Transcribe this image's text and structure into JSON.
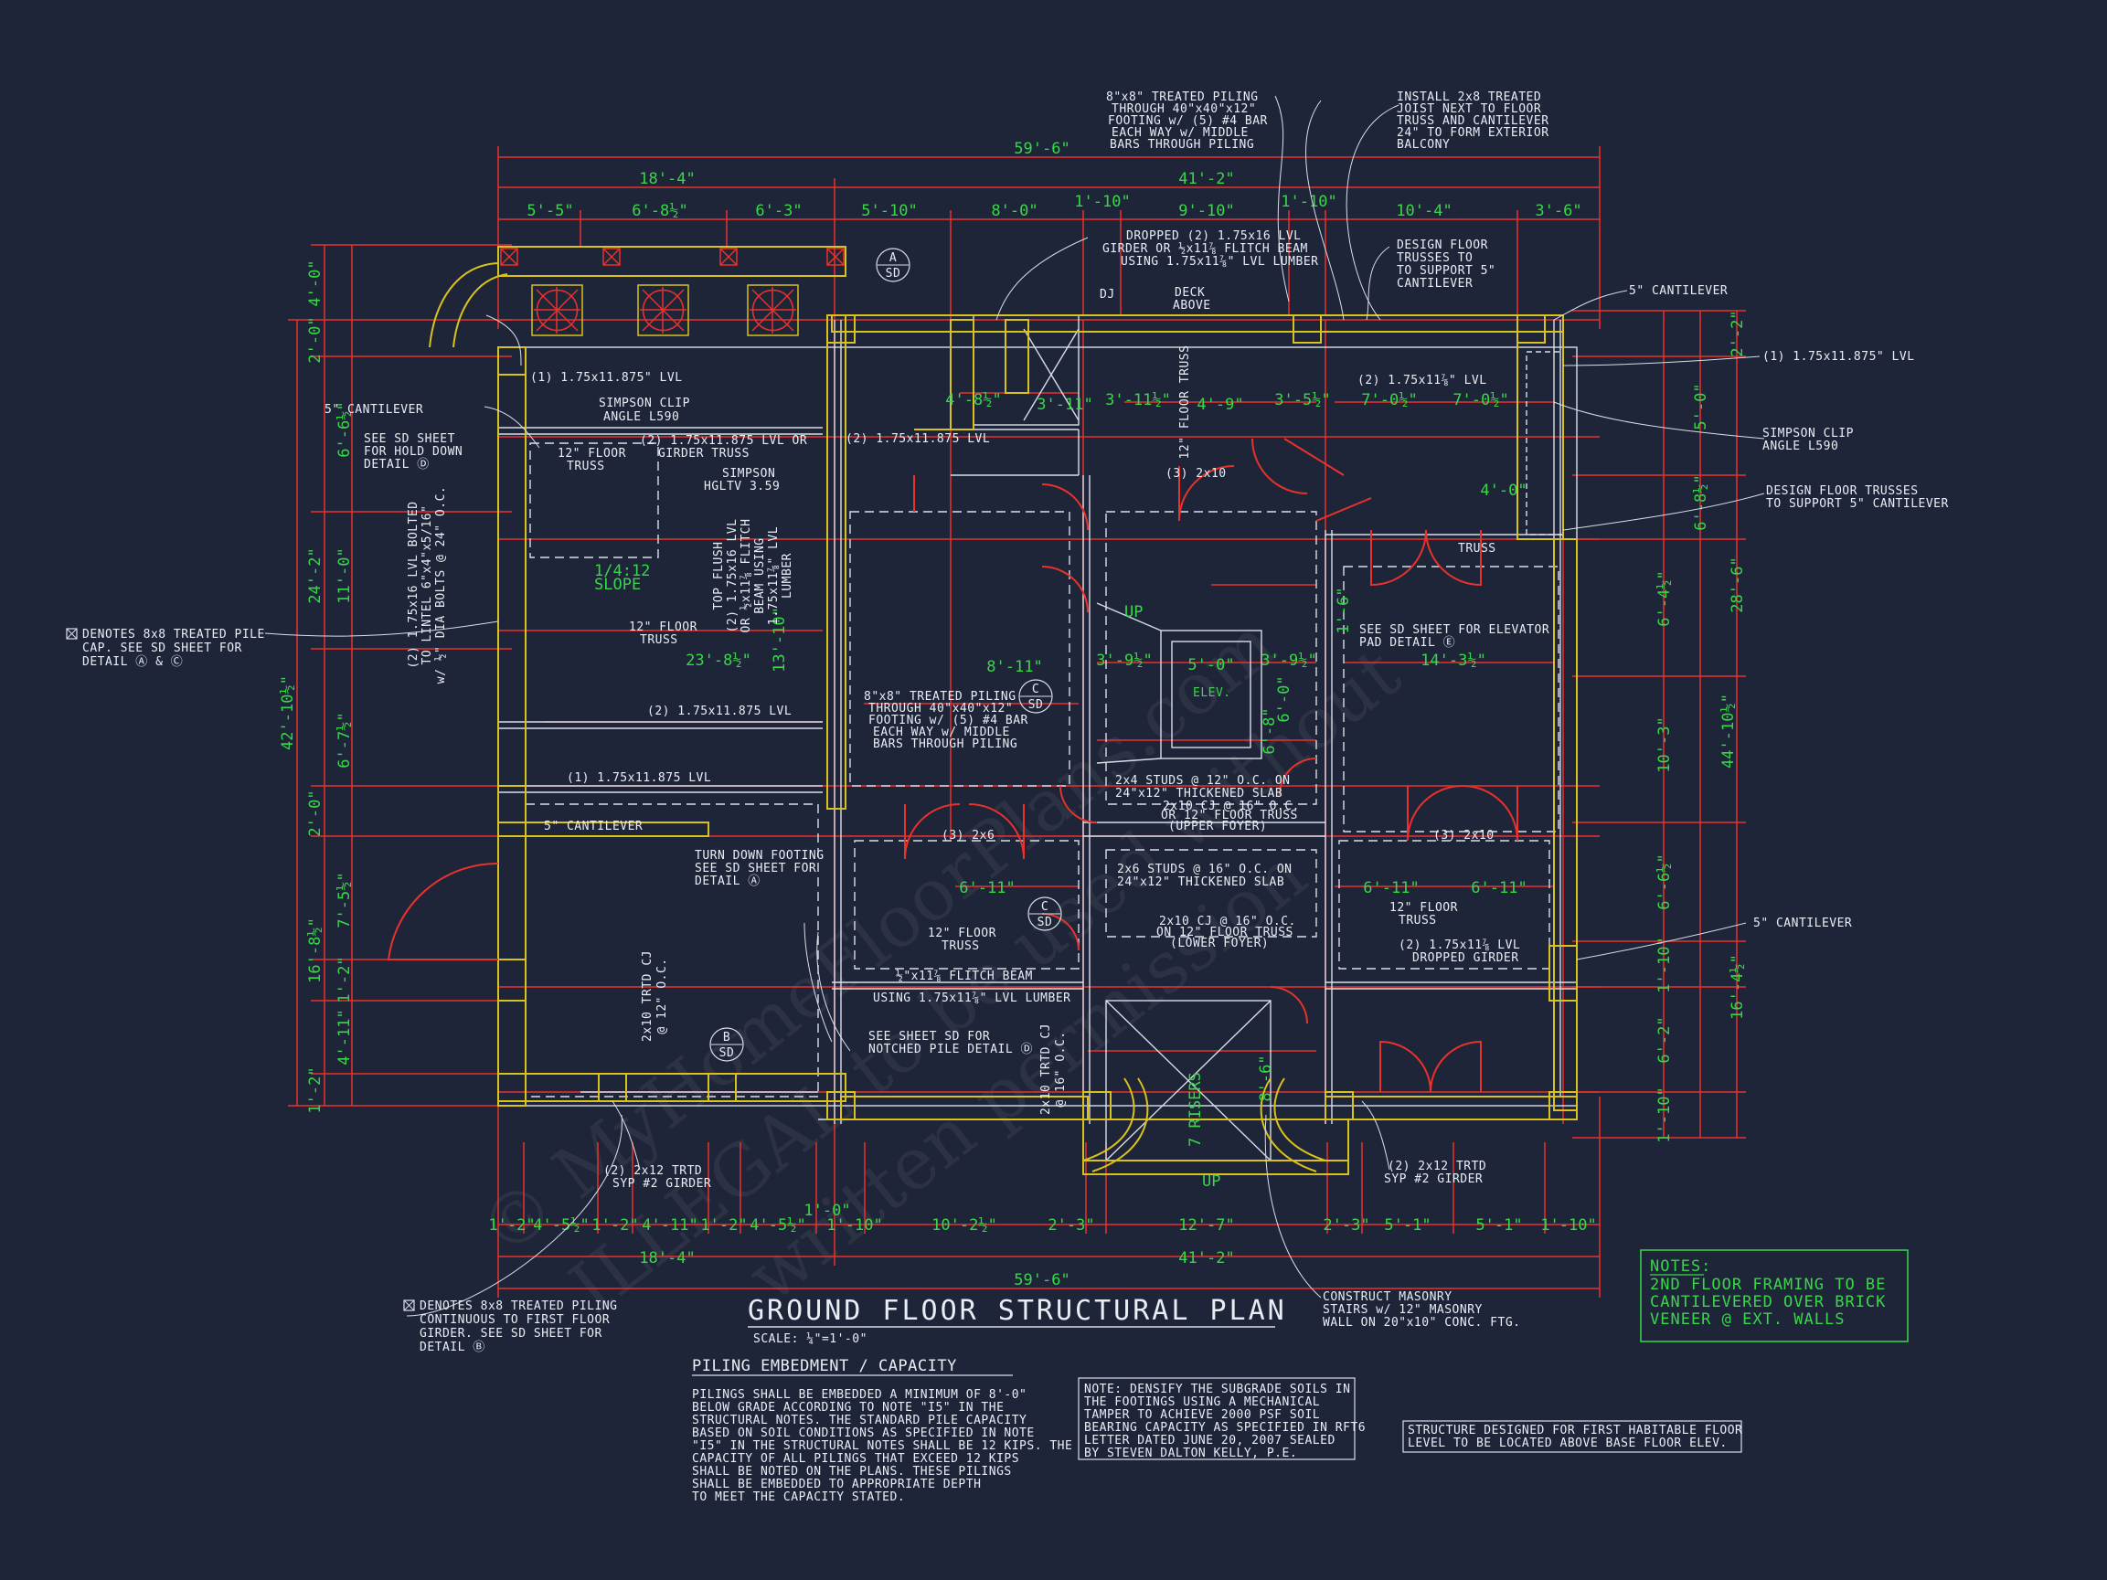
{
  "title": "GROUND FLOOR STRUCTURAL PLAN",
  "scale": "SCALE: ¼\"=1'-0\"",
  "watermark_lines": [
    "© MyHomeFloorPlans.com",
    "ILLEGAL to be used without",
    "written permission"
  ],
  "colors": {
    "background": "#1e2538",
    "dimension_lines": "#e8322c",
    "dimension_text": "#39d64a",
    "walls": "#d9c21e",
    "text": "#e9eef5"
  },
  "dims_top_overall": "59'-6\"",
  "dims_top_sub": [
    "18'-4\"",
    "41'-2\""
  ],
  "dims_top_detail": [
    "5'-5\"",
    "6'-8½\"",
    "6'-3\"",
    "5'-10\"",
    "8'-0\"",
    "1'-10\"",
    "9'-10\"",
    "1'-10\"",
    "10'-4\"",
    "3'-6\""
  ],
  "dims_bottom_detail": [
    "1'-2\"",
    "4'-5½\"",
    "1'-2\"",
    "4'-11\"",
    "1'-2\"",
    "4'-5½\"",
    "1'-0\"",
    "1'-10\"",
    "10'-2½\"",
    "2'-3\"",
    "12'-7\"",
    "2'-3\"",
    "5'-1\"",
    "5'-1\"",
    "1'-10\""
  ],
  "dims_bottom_sub": [
    "18'-4\"",
    "41'-2\""
  ],
  "dims_bottom_overall": "59'-6\"",
  "dims_left_outer": [
    "4'-0\"",
    "2'-0\"",
    "24'-2\"",
    "2'-0\"",
    "16'-8½\"",
    "1'-2\""
  ],
  "dims_left_inner": [
    "6'-6½\"",
    "11'-0\"",
    "6'-7½\"",
    "7'-5½\"",
    "1'-2\"",
    "4'-11\""
  ],
  "dims_left_total": "42'-10½\"",
  "dims_right_outer": [
    "2'-2\"",
    "28'-6\"",
    "16'-4½\""
  ],
  "dims_right_inner": [
    "5'-0\"",
    "6'-8½\"",
    "6'-4½\"",
    "10'-3\"",
    "6'-6½\"",
    "1'-10\"",
    "6'-2\"",
    "1'-10\""
  ],
  "dims_right_total": "44'-10½\"",
  "interior_dims": [
    "4'-8½\"",
    "3'-11\"",
    "3'-11½\"",
    "4'-9\"",
    "3'-5½\"",
    "7'-0½\"",
    "7'-0½\"",
    "4'-0\"",
    "23'-8½\"",
    "13'-10\"",
    "8'-11\"",
    "3'-9½\"",
    "5'-0\"",
    "3'-9½\"",
    "14'-3½\"",
    "6'-11\"",
    "6'-11\"",
    "6'-11\"",
    "8'-6\"",
    "6'-0\"",
    "6'-8\"",
    "1'-6\""
  ],
  "labels_interior": [
    "(1) 1.75x11.875\" LVL",
    "5\" CANTILEVER",
    "SIMPSON CLIP",
    "ANGLE L590",
    "12\" FLOOR",
    "TRUSS",
    "(2) 1.75x11.875 LVL OR",
    "GIRDER TRUSS",
    "SIMPSON",
    "HGLTV 3.59",
    "1/4:12",
    "SLOPE",
    "12\" FLOOR",
    "TRUSS",
    "(2) 1.75x11.875 LVL",
    "(1) 1.75x11.875 LVL",
    "5\" CANTILEVER",
    "TURN DOWN FOOTING",
    "SEE SD SHEET FOR",
    "DETAIL Ⓐ",
    "2x10 TRTD CJ",
    "@ 12\" O.C.",
    "(2) 2x12 TRTD",
    "SYP #2 GIRDER",
    "12\" FLOOR",
    "TRUSS",
    "(3) 2x6",
    "(3) 2x10",
    "12\" FLOOR",
    "TRUSS",
    "½\"x11⅞ FLITCH BEAM",
    "USING 1.75x11⅞\" LVL LUMBER",
    "SEE SHEET SD FOR",
    "NOTCHED PILE DETAIL Ⓓ",
    "2x10 TRTD CJ",
    "@ 16\" O.C.",
    "ELEV.",
    "UP",
    "7 RISERS",
    "UP",
    "2x4 STUDS @ 12\" O.C. ON",
    "24\"x12\" THICKENED SLAB",
    "2x10 CJ @ 16\" O.C.",
    "OR 12\" FLOOR TRUSS",
    "(UPPER FOYER)",
    "2x6 STUDS @ 16\" O.C. ON",
    "24\"x12\" THICKENED SLAB",
    "2x10 CJ @ 16\" O.C.",
    "ON 12\" FLOOR TRUSS",
    "(LOWER FOYER)",
    "SEE SD SHEET FOR ELEVATOR",
    "PAD DETAIL Ⓔ",
    "(2) 1.75x11⅞ LVL",
    "DROPPED GIRDER",
    "(3) 2x10",
    "DECK",
    "ABOVE",
    "TOP FLUSH",
    "(2) 1.75x16 LVL",
    "OR ½x11⅞ FLITCH",
    "BEAM USING",
    "1.75x11⅞\" LVL",
    "LUMBER",
    "8\"x8\" TREATED PILING",
    "THROUGH 40\"x40\"x12\"",
    "FOOTING w/ (5) #4  BAR",
    "EACH WAY w/ MIDDLE",
    "BARS THROUGH PILING",
    "(2) 1.75x11.875 LVL",
    "(2) 1.75x11⅞\" LVL",
    "12\" FLOOR TRUSS",
    "DJ",
    "TRUSS"
  ],
  "notes_left": [
    {
      "lines": [
        "DENOTES 8x8 TREATED PILE",
        "CAP. SEE SD SHEET FOR",
        "DETAIL Ⓐ & Ⓒ"
      ]
    },
    {
      "lines": [
        "(2) 1.75x16 LVL BOLTED",
        "TO LINTEL 6\"x4\"x5/16\"",
        "w/ ½\" DIA BOLTS @ 24\" O.C."
      ]
    },
    {
      "lines": [
        "SEE SD SHEET",
        "FOR HOLD DOWN",
        "DETAIL Ⓓ"
      ]
    },
    {
      "lines": [
        "DENOTES 8x8 TREATED PILING",
        "CONTINUOUS TO FIRST FLOOR",
        "GIRDER. SEE SD SHEET FOR",
        "DETAIL Ⓑ"
      ]
    }
  ],
  "notes_top": [
    {
      "lines": [
        "8\"x8\" TREATED PILING",
        "THROUGH 40\"x40\"x12\"",
        "FOOTING w/ (5) #4  BAR",
        "EACH WAY w/ MIDDLE",
        "BARS THROUGH PILING"
      ]
    },
    {
      "lines": [
        "INSTALL 2x8 TREATED",
        "JOIST NEXT TO FLOOR",
        "TRUSS AND CANTILEVER",
        "24\" TO FORM EXTERIOR",
        "BALCONY"
      ]
    },
    {
      "lines": [
        "DROPPED (2) 1.75x16 LVL",
        "GIRDER OR ½x11⅞ FLITCH BEAM",
        "USING 1.75x11⅞\" LVL LUMBER"
      ]
    },
    {
      "lines": [
        "DESIGN FLOOR",
        "TRUSSES TO",
        "TO SUPPORT 5\"",
        "CANTILEVER"
      ]
    }
  ],
  "notes_right": [
    {
      "lines": [
        "5\" CANTILEVER"
      ]
    },
    {
      "lines": [
        "(1) 1.75x11.875\" LVL"
      ]
    },
    {
      "lines": [
        "SIMPSON CLIP",
        "ANGLE L590"
      ]
    },
    {
      "lines": [
        "DESIGN FLOOR TRUSSES",
        "TO SUPPORT 5\" CANTILEVER"
      ]
    },
    {
      "lines": [
        "5\" CANTILEVER"
      ]
    }
  ],
  "notes_bottom": [
    {
      "lines": [
        "CONSTRUCT MASONRY",
        "STAIRS w/ 12\" MASONRY",
        "WALL ON 20\"x10\" CONC. FTG."
      ]
    },
    {
      "lines": [
        "(2) 2x12 TRTD",
        "SYP #2 GIRDER"
      ]
    }
  ],
  "piling": {
    "heading": "PILING EMBEDMENT / CAPACITY",
    "lines": [
      "PILINGS SHALL BE EMBEDDED A MINIMUM OF 8'-0\"",
      "BELOW GRADE ACCORDING TO NOTE \"I5\" IN THE",
      "STRUCTURAL NOTES. THE STANDARD PILE CAPACITY",
      "BASED ON SOIL CONDITIONS AS SPECIFIED IN NOTE",
      "\"I5\" IN THE STRUCTURAL NOTES SHALL BE 12 KIPS. THE",
      "CAPACITY OF ALL PILINGS THAT EXCEED 12 KIPS",
      "SHALL BE NOTED ON THE PLANS. THESE PILINGS",
      "SHALL BE EMBEDDED TO APPROPRIATE DEPTH",
      "TO MEET THE CAPACITY STATED."
    ]
  },
  "soil_note": {
    "lines": [
      "NOTE: DENSIFY THE SUBGRADE SOILS IN",
      "THE FOOTINGS USING A MECHANICAL",
      "TAMPER TO ACHIEVE 2000 PSF SOIL",
      "BEARING CAPACITY AS SPECIFIED IN RFT6",
      "LETTER DATED JUNE 20, 2007 SEALED",
      "BY STEVEN DALTON KELLY, P.E."
    ]
  },
  "green_note": {
    "lines": [
      "NOTES:",
      "2ND FLOOR FRAMING TO BE",
      "CANTILEVERED OVER BRICK",
      "VENEER @ EXT. WALLS"
    ]
  },
  "structure_note": {
    "lines": [
      "STRUCTURE DESIGNED FOR FIRST HABITABLE FLOOR",
      "LEVEL TO BE LOCATED ABOVE BASE FLOOR ELEV."
    ]
  },
  "section_tags": [
    {
      "letter": "A",
      "sheet": "SD"
    },
    {
      "letter": "C",
      "sheet": "SD"
    },
    {
      "letter": "C",
      "sheet": "SD"
    },
    {
      "letter": "B",
      "sheet": "SD"
    }
  ]
}
